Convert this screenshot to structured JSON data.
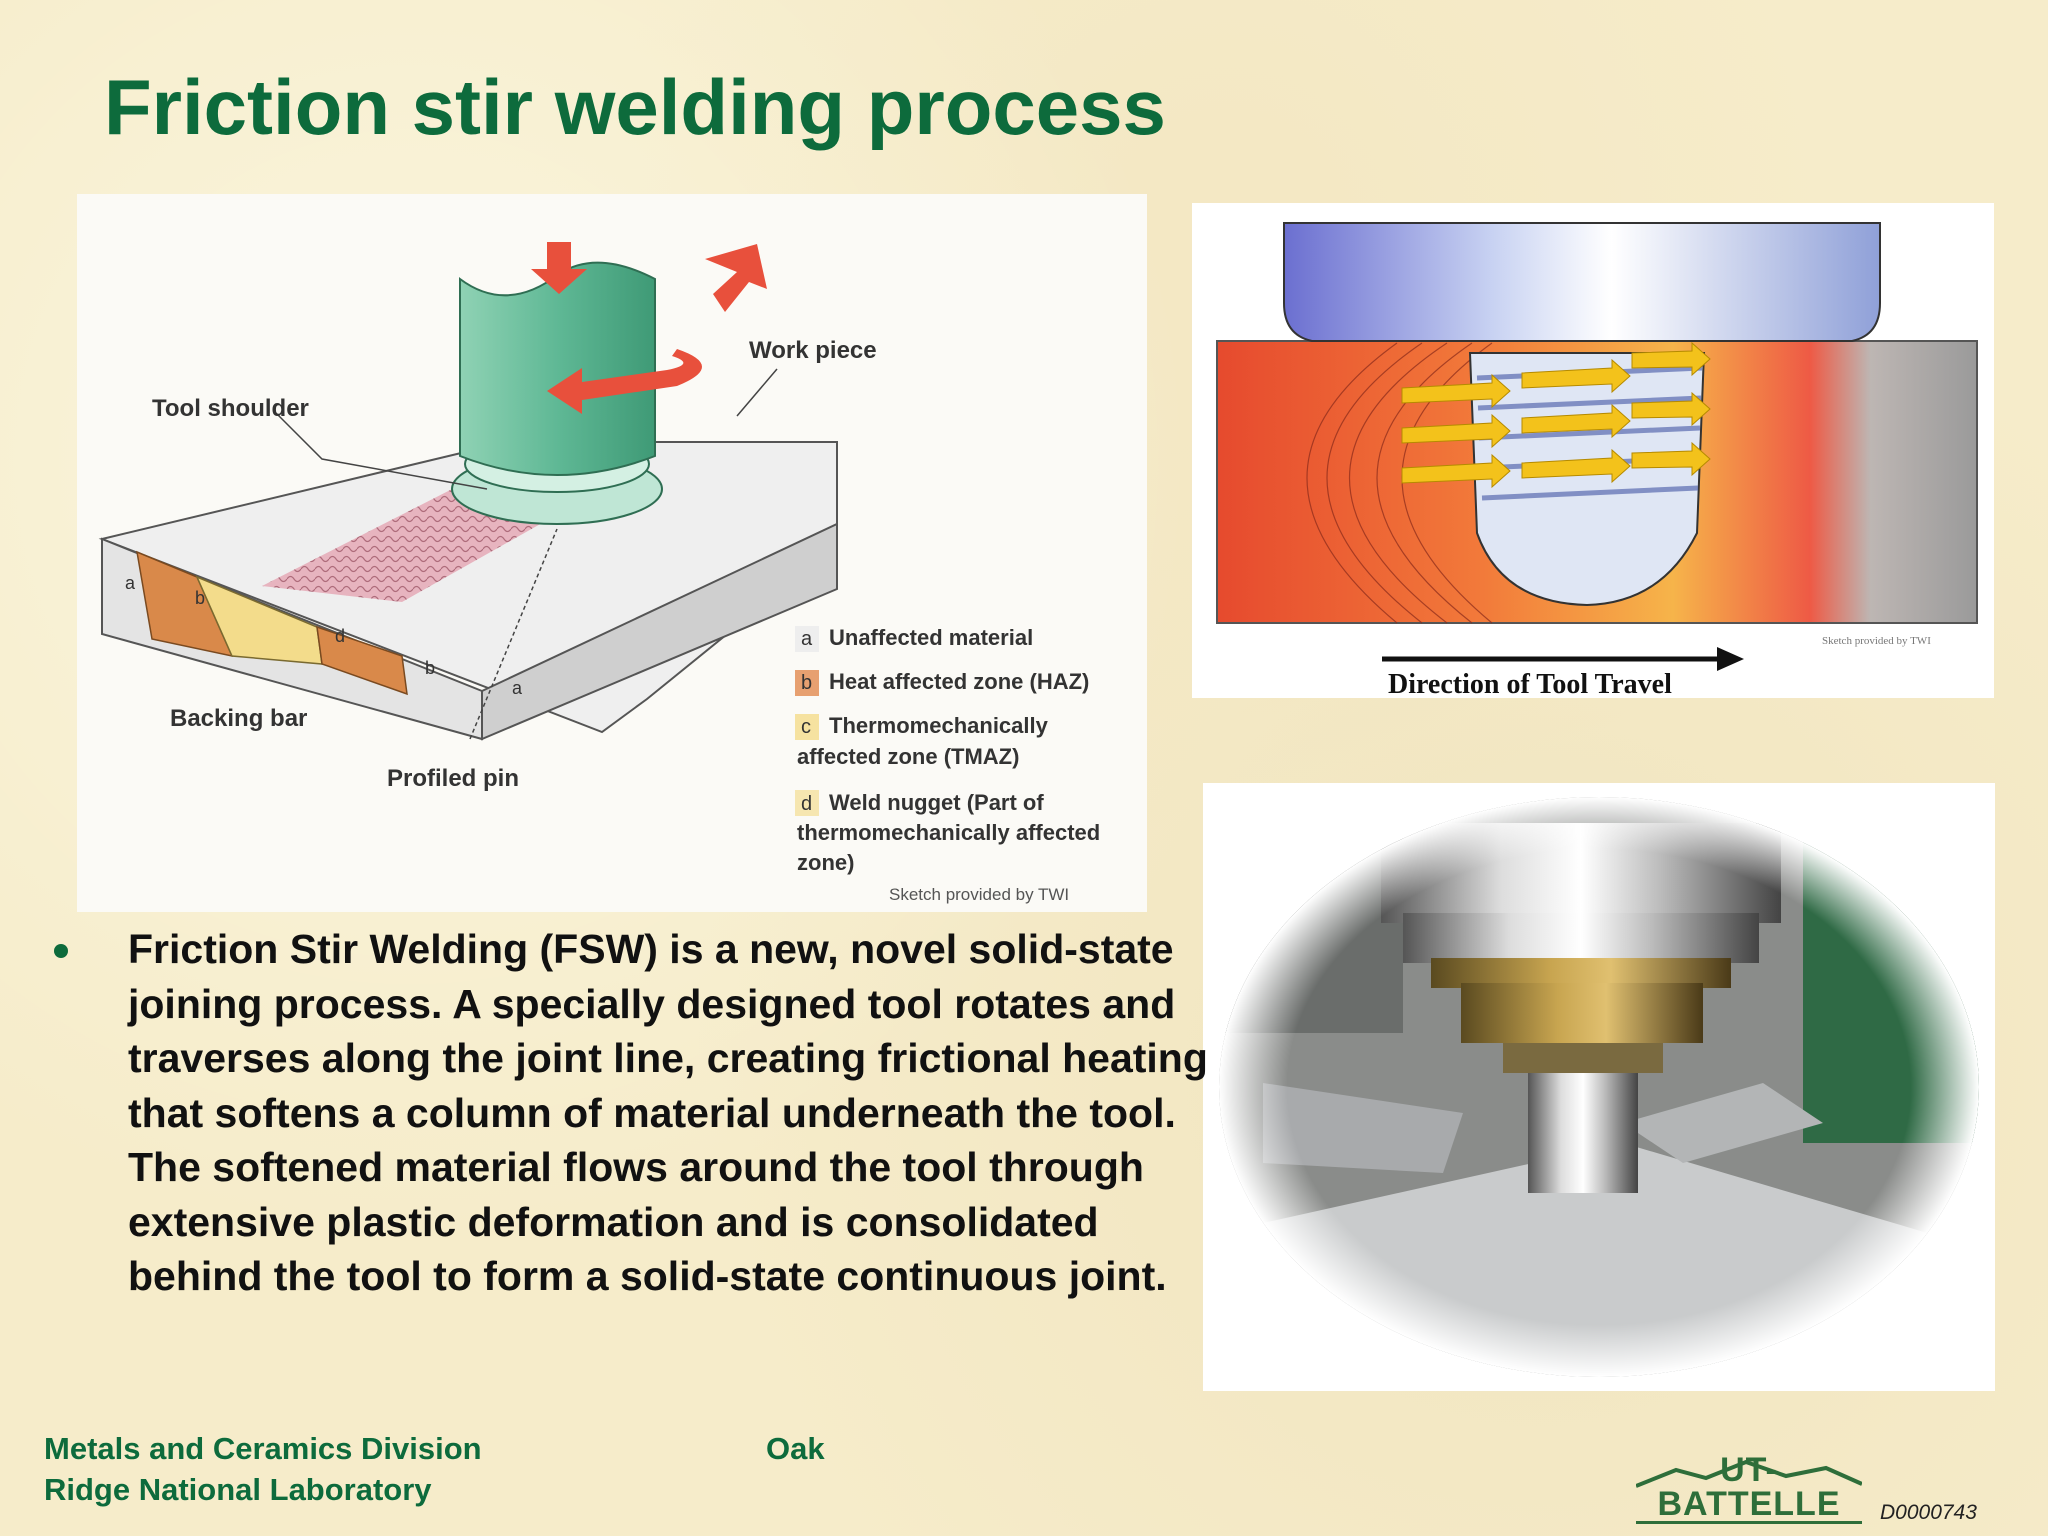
{
  "slide": {
    "title": "Friction stir welding process",
    "bullet": "Friction Stir Welding (FSW) is a new, novel solid-state joining process.  A specially designed tool rotates and traverses along the joint line, creating frictional heating that softens a column of material underneath the tool. The softened material flows around the tool through extensive plastic deformation and is consolidated behind the tool to form a solid-state continuous joint.",
    "footer": {
      "division_line1": "Metals and Ceramics Division",
      "division_line2": "Ridge National Laboratory",
      "middle": "Oak",
      "logo_text": "UT-BATTELLE",
      "doc_id": "D0000743"
    }
  },
  "diagram": {
    "labels": {
      "tool_shoulder": "Tool shoulder",
      "work_piece": "Work piece",
      "backing_bar": "Backing bar",
      "profiled_pin": "Profiled pin",
      "zone_a": "a",
      "zone_b": "b",
      "zone_d": "d"
    },
    "legend": {
      "a_key": "a",
      "a_text": "Unaffected material",
      "b_key": "b",
      "b_text": "Heat affected zone (HAZ)",
      "c_key": "c",
      "c_text_1": "Thermomechanically",
      "c_text_2": "affected zone (TMAZ)",
      "d_key": "d",
      "d_text_1": "Weld nugget (Part of",
      "d_text_2": "thermomechanically affected",
      "d_text_3": "zone)"
    },
    "credit": "Sketch provided by TWI",
    "colors": {
      "tool": "#5fb895",
      "haz": "#d9894a",
      "tmaz": "#f3dc8b",
      "arrow": "#e8503c"
    }
  },
  "cross_section": {
    "caption": "Direction of Tool Travel",
    "credit": "Sketch provided by TWI"
  },
  "photo": {
    "description_icon": "fsw-tool-photo"
  }
}
